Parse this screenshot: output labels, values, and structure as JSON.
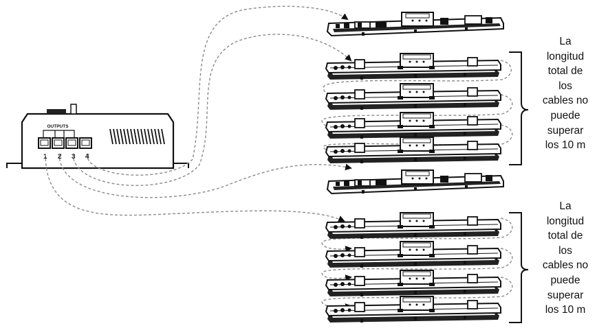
{
  "controller": {
    "outputs_label": "OUTPUTS",
    "ports": [
      "1",
      "2",
      "3",
      "4"
    ]
  },
  "notes": [
    {
      "lines": [
        "La",
        "longitud",
        "total de",
        "los",
        "cables no",
        "puede",
        "superar",
        "los 10 m"
      ]
    },
    {
      "lines": [
        "La",
        "longitud",
        "total de",
        "los",
        "cables no",
        "puede",
        "superar",
        "los 10 m"
      ]
    }
  ],
  "colors": {
    "line": "#111111",
    "cable": "#8a8a8a",
    "bar_fill": "#ffffff"
  }
}
